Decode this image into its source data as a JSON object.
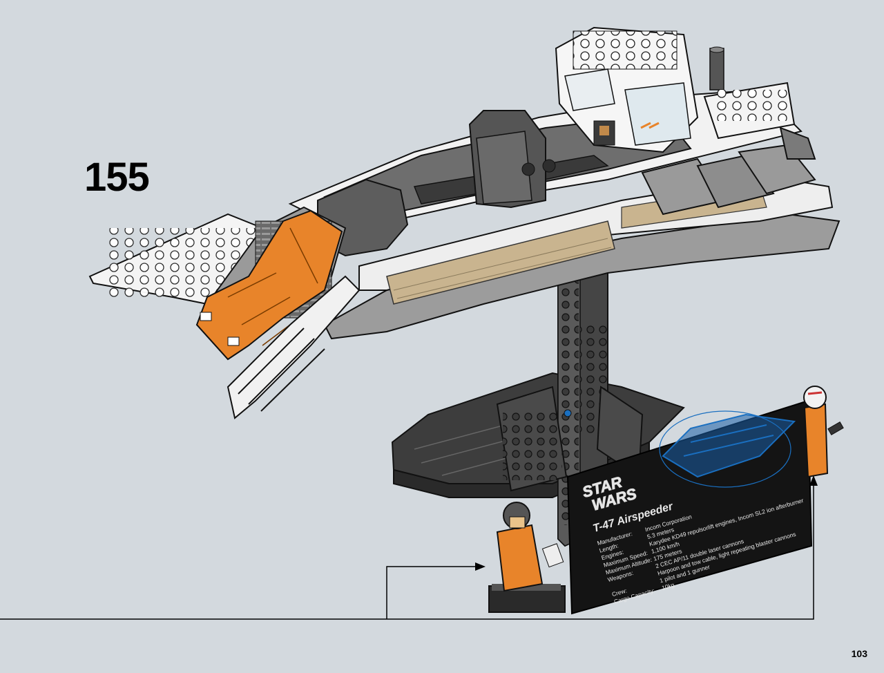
{
  "step": {
    "number": "155"
  },
  "page": {
    "number": "103"
  },
  "plaque": {
    "logo_line1": "STAR",
    "logo_line2": "WARS",
    "title": "T-47 Airspeeder",
    "labels": [
      "Manufacturer:",
      "Length:",
      "Engines:",
      "Maximum Speed:",
      "Maximum Altitude:",
      "Weapons:",
      "",
      "Crew:",
      "Cargo Capacity:"
    ],
    "values": [
      "Incom Corporation",
      "5.3 meters",
      "Karydee KD49 repulsorlift engines, Incom SL2 ion afterburner",
      "1,100 km/h",
      "175 meters",
      "2 CEC AP/11 double laser cannons",
      "Harpoon and tow cable, light repeating blaster cannons",
      "1 pilot and 1 gunner",
      "10kg"
    ]
  },
  "colors": {
    "background": "#d3d9de",
    "orange": "#e8842a",
    "dark_grey": "#4a4a4a",
    "light_grey": "#a8a8a8",
    "white": "#f4f4f4",
    "tan": "#c9b48f",
    "blue": "#1a6fc0"
  }
}
